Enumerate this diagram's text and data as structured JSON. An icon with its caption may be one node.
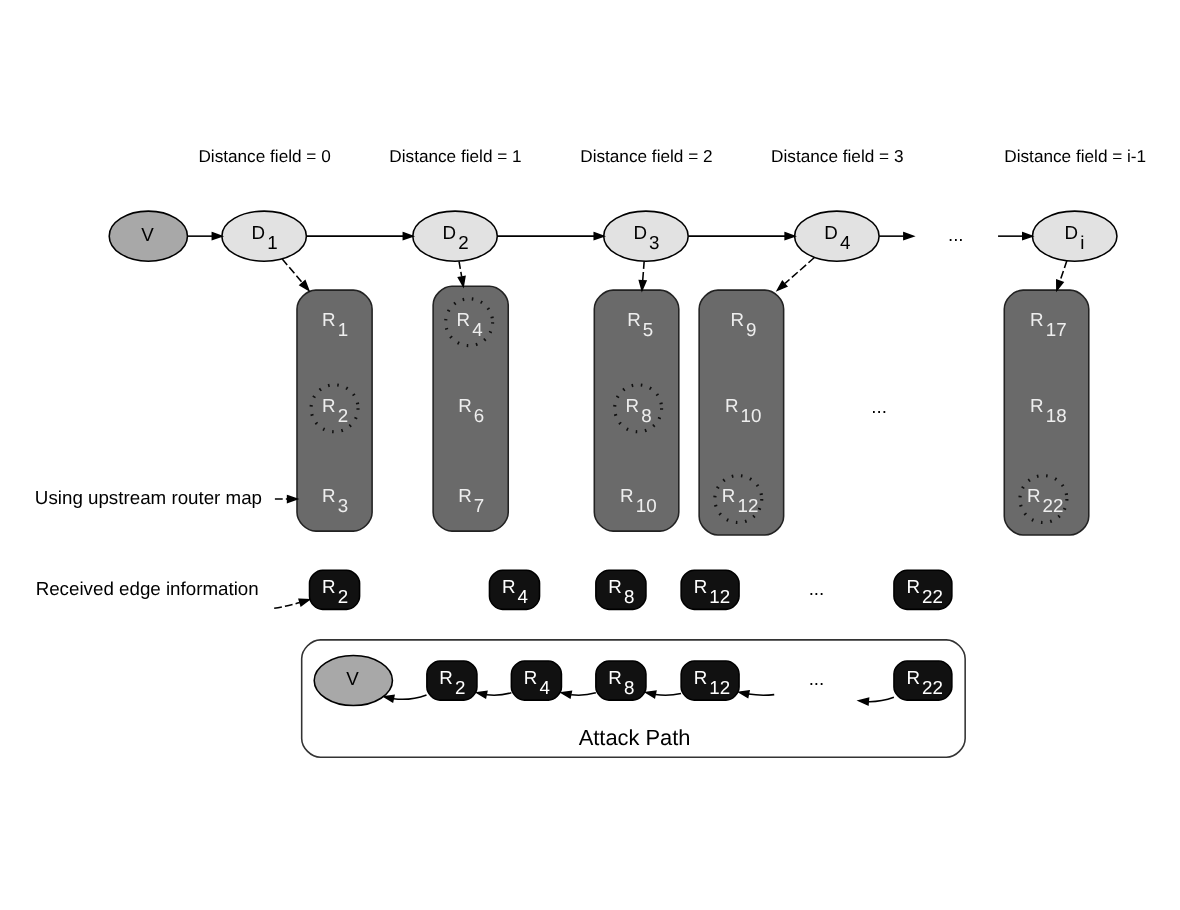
{
  "diagram": {
    "nodes": [
      {
        "text": [
          "V"
        ]
      },
      {
        "text": [
          "D$_{1}$"
        ],
        "beside": [
          "Distance field = 0"
        ]
      },
      {
        "text": [
          "D$_{2}$"
        ],
        "beside": [
          "Distance field = 1"
        ]
      },
      {
        "text": [
          "D$_{3}$"
        ],
        "beside": [
          "Distance field = 2"
        ]
      },
      {
        "text": [
          "D$_{4}$"
        ],
        "beside": [
          "Distance field = 3"
        ]
      },
      {
        "text": [
          "..."
        ]
      },
      {
        "text": [
          "D$_{i}$"
        ],
        "beside": [
          "Distance field = i-1"
        ]
      },
      {
        "text": [],
        "shape": "bar"
      },
      {
        "text": [
          "R$_{1}$"
        ],
        "in": 7
      },
      {
        "text": [
          "R$_{2}$"
        ],
        "in": 7
      },
      {
        "text": [
          "R$_{3}$"
        ],
        "in": 7
      },
      {
        "text": [],
        "shape": "bar"
      },
      {
        "text": [
          "R$_{4}$"
        ],
        "in": 11
      },
      {
        "text": [
          "R$_{6}$"
        ],
        "in": 11
      },
      {
        "text": [
          "R$_{7}$"
        ],
        "in": 11
      },
      {
        "text": [],
        "shape": "bar"
      },
      {
        "text": [
          "R$_{5}$"
        ],
        "in": 15
      },
      {
        "text": [
          "R$_{8}$"
        ],
        "in": 15
      },
      {
        "text": [
          "R$_{10}$"
        ],
        "in": 15
      },
      {
        "text": [],
        "shape": "bar"
      },
      {
        "text": [
          "R$_{9}$"
        ],
        "in": 19
      },
      {
        "text": [
          "R$_{10}$"
        ],
        "in": 19
      },
      {
        "text": [
          "R$_{12}$"
        ],
        "in": 19
      },
      {
        "text": [],
        "shape": "bar"
      },
      {
        "text": [
          "R$_{17}$"
        ],
        "in": 23
      },
      {
        "text": [
          "R$_{18}$"
        ],
        "in": 23
      },
      {
        "text": [
          "R$_{22}$"
        ],
        "in": 23
      },
      {
        "text": [
          "Using upstream router map"
        ]
      },
      {
        "text": [
          "Received edge information"
        ]
      },
      {
        "text": [
          "R$_{2}$"
        ]
      },
      {
        "text": [
          "R$_{4}$"
        ]
      },
      {
        "text": [
          "R$_{8}$"
        ]
      },
      {
        "text": [
          "R$_{12}$"
        ]
      },
      {
        "text": [
          "R$_{22}$"
        ]
      },
      {
        "text": [
          "Attack Path"
        ]
      },
      {
        "text": [
          "V"
        ],
        "in": 34
      },
      {
        "text": [
          "R$_{2}$"
        ],
        "in": 34
      },
      {
        "text": [
          "R$_{4}$"
        ],
        "in": 34
      },
      {
        "text": [
          "R$_{8}$"
        ],
        "in": 34
      },
      {
        "text": [
          "R$_{12}$"
        ],
        "in": 34
      },
      {
        "text": [
          "..."
        ],
        "in": 34
      },
      {
        "text": [
          "R$_{22}$"
        ],
        "in": 34
      }
    ],
    "edges": [
      {
        "from": 0,
        "to": 1,
        "arrow": "to"
      },
      {
        "from": 1,
        "to": 2,
        "arrow": "to"
      },
      {
        "from": 2,
        "to": 3,
        "arrow": "to"
      },
      {
        "from": 3,
        "to": 4,
        "arrow": "to"
      },
      {
        "from": 4,
        "to": 5,
        "arrow": "to"
      },
      {
        "from": 5,
        "to": 6,
        "arrow": "to"
      },
      {
        "from": 1,
        "to": 7,
        "arrow": "to",
        "style": "dashed"
      },
      {
        "from": 2,
        "to": 11,
        "arrow": "to",
        "style": "dashed"
      },
      {
        "from": 3,
        "to": 15,
        "arrow": "to",
        "style": "dashed"
      },
      {
        "from": 4,
        "to": 19,
        "arrow": "to",
        "style": "dashed"
      },
      {
        "from": 6,
        "to": 23,
        "arrow": "to",
        "style": "dashed"
      },
      {
        "from": 27,
        "to": 7,
        "arrow": "to",
        "style": "dashed"
      },
      {
        "from": 28,
        "to": 29,
        "arrow": "to",
        "style": "dashed"
      },
      {
        "from": 36,
        "to": 35,
        "arrow": "to"
      },
      {
        "from": 37,
        "to": 36,
        "arrow": "to"
      },
      {
        "from": 38,
        "to": 37,
        "arrow": "to"
      },
      {
        "from": 39,
        "to": 38,
        "arrow": "to"
      },
      {
        "from": 40,
        "to": 39,
        "arrow": "to"
      },
      {
        "from": 41,
        "to": 40,
        "arrow": "to"
      }
    ],
    "labels": [
      "...",
      "..."
    ]
  }
}
